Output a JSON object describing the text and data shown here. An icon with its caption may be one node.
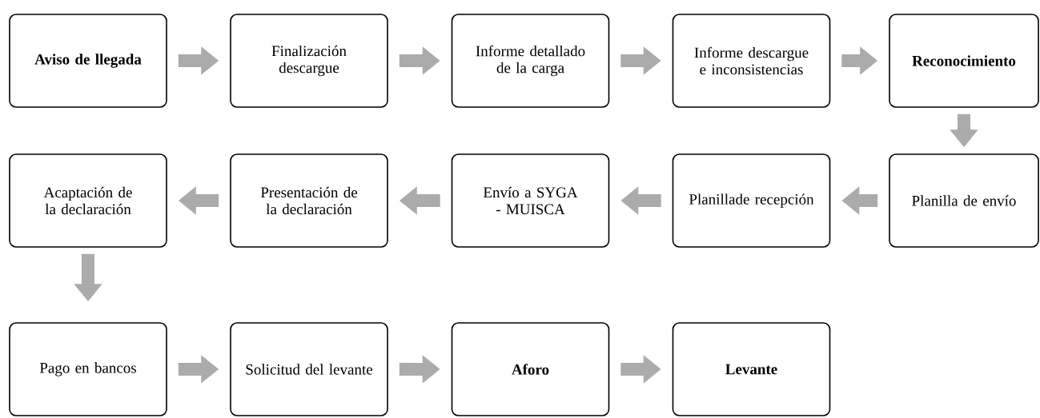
{
  "diagram": {
    "nodes": [
      {
        "text": [
          "Aviso de llegada"
        ]
      },
      {
        "text": [
          "Finalización descargue"
        ]
      },
      {
        "text": [
          "Informe detallado de la carga"
        ]
      },
      {
        "text": [
          "Informe descargue e inconsistencias"
        ]
      },
      {
        "text": [
          "Reconocimiento"
        ]
      },
      {
        "text": [
          "Planilla de envío"
        ]
      },
      {
        "text": [
          "Planillade recepción"
        ]
      },
      {
        "text": [
          "Envío a SYGA - MUISCA"
        ]
      },
      {
        "text": [
          "Presentación de la declaración"
        ]
      },
      {
        "text": [
          "Acaptación de la declaración"
        ]
      },
      {
        "text": [
          "Pago en bancos"
        ]
      },
      {
        "text": [
          "Solicitud del levante"
        ]
      },
      {
        "text": [
          "Aforo"
        ]
      },
      {
        "text": [
          "Levante"
        ]
      }
    ],
    "edges": [
      {
        "from": 0,
        "to": 1,
        "arrow": "to"
      },
      {
        "from": 1,
        "to": 2,
        "arrow": "to"
      },
      {
        "from": 2,
        "to": 3,
        "arrow": "to"
      },
      {
        "from": 3,
        "to": 4,
        "arrow": "to"
      },
      {
        "from": 4,
        "to": 5,
        "arrow": "to"
      },
      {
        "from": 5,
        "to": 6,
        "arrow": "to"
      },
      {
        "from": 6,
        "to": 7,
        "arrow": "to"
      },
      {
        "from": 7,
        "to": 8,
        "arrow": "to"
      },
      {
        "from": 8,
        "to": 9,
        "arrow": "to"
      },
      {
        "from": 9,
        "to": 10,
        "arrow": "to"
      },
      {
        "from": 10,
        "to": 11,
        "arrow": "to"
      },
      {
        "from": 11,
        "to": 12,
        "arrow": "to"
      },
      {
        "from": 12,
        "to": 13,
        "arrow": "to"
      }
    ]
  }
}
